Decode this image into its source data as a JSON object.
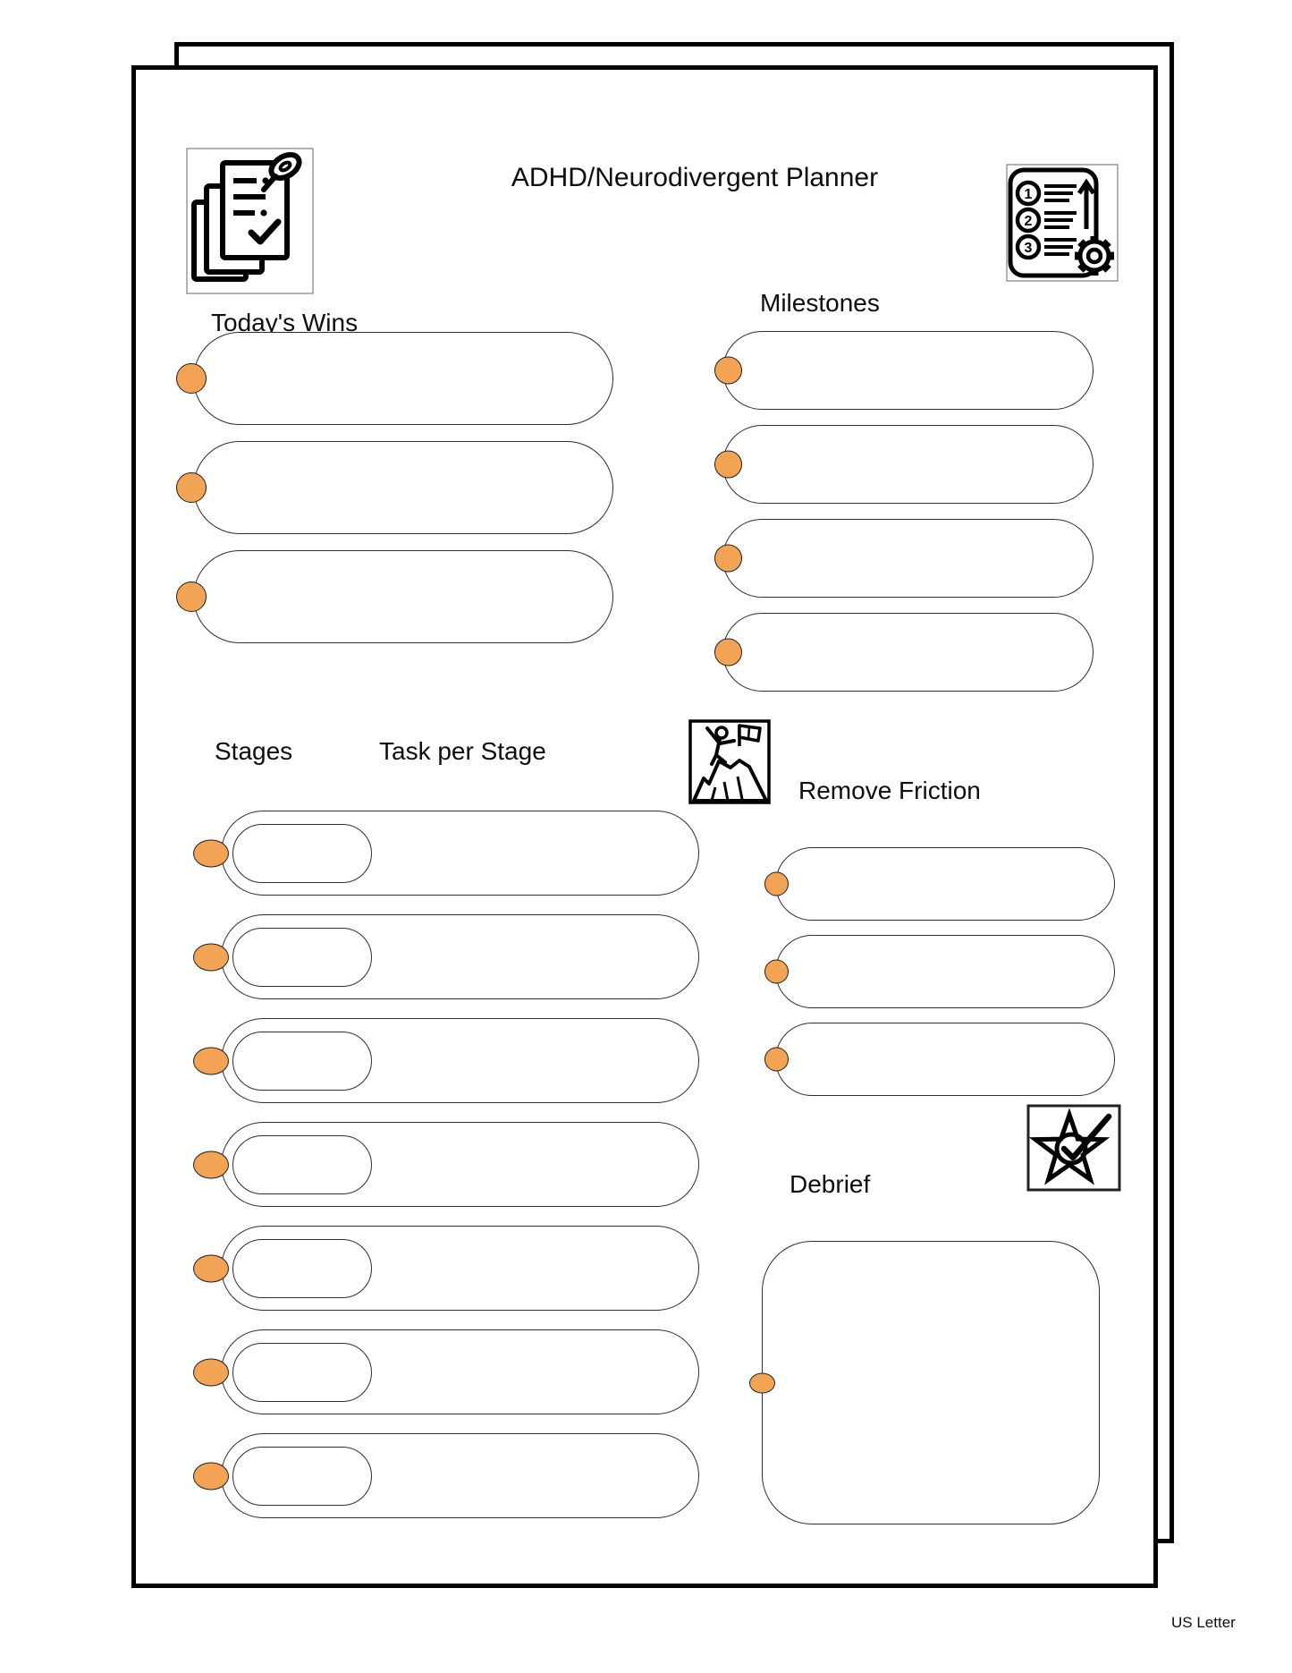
{
  "document": {
    "title": "ADHD/Neurodivergent Planner",
    "paper_size_label": "US Letter"
  },
  "sections": {
    "todays_wins": {
      "label": "Today's Wins",
      "field_count": 3
    },
    "milestones": {
      "label": "Milestones",
      "field_count": 4
    },
    "stages": {
      "label": "Stages",
      "task_column_label": "Task per Stage",
      "row_count": 7
    },
    "remove_friction": {
      "label": "Remove Friction",
      "field_count": 3
    },
    "debrief": {
      "label": "Debrief",
      "field_count": 1
    }
  },
  "icons": {
    "todays_wins": "pinned-checklist-icon",
    "header_right": "numbered-list-gear-icon",
    "stages": "mountain-summit-icon",
    "debrief": "star-check-icon"
  },
  "colors": {
    "accent_orange": "#F2A454",
    "field_outline": "#2E2E2E",
    "frame": "#000000"
  }
}
